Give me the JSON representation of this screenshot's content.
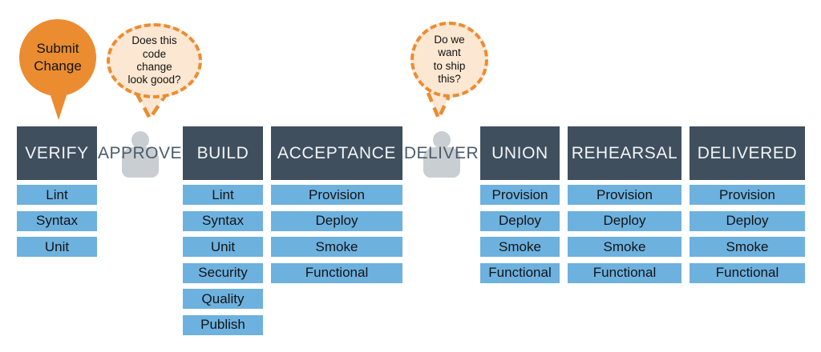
{
  "palette": {
    "stage_header_bg": "#3f4f5e",
    "stage_header_text": "#f2f4f6",
    "item_bg": "#6db1df",
    "item_text": "#141414",
    "accent_orange": "#eb8c31",
    "bubble_fill": "#fbe7d2",
    "gate_label_text": "#4c5c6a",
    "person_icon_gray": "#c9ced2",
    "background": "#ffffff"
  },
  "callouts": {
    "submit_change": {
      "text": "Submit Change",
      "lines": [
        "Submit",
        "Change"
      ]
    },
    "approve_question": {
      "text": "Does this code change look good?",
      "lines": [
        "Does this",
        "code",
        "change",
        "look good?"
      ]
    },
    "deliver_question": {
      "text": "Do we want to ship this?",
      "lines": [
        "Do we",
        "want",
        "to ship",
        "this?"
      ]
    }
  },
  "pipeline": {
    "stages": [
      {
        "type": "stage",
        "label": "VERIFY",
        "items": [
          "Lint",
          "Syntax",
          "Unit"
        ]
      },
      {
        "type": "gate",
        "label": "APPROVE",
        "icon": "person-icon"
      },
      {
        "type": "stage",
        "label": "BUILD",
        "items": [
          "Lint",
          "Syntax",
          "Unit",
          "Security",
          "Quality",
          "Publish"
        ]
      },
      {
        "type": "stage",
        "label": "ACCEPTANCE",
        "items": [
          "Provision",
          "Deploy",
          "Smoke",
          "Functional"
        ]
      },
      {
        "type": "gate",
        "label": "DELIVER",
        "icon": "person-icon"
      },
      {
        "type": "stage",
        "label": "UNION",
        "items": [
          "Provision",
          "Deploy",
          "Smoke",
          "Functional"
        ]
      },
      {
        "type": "stage",
        "label": "REHEARSAL",
        "items": [
          "Provision",
          "Deploy",
          "Smoke",
          "Functional"
        ]
      },
      {
        "type": "stage",
        "label": "DELIVERED",
        "items": [
          "Provision",
          "Deploy",
          "Smoke",
          "Functional"
        ]
      }
    ]
  }
}
